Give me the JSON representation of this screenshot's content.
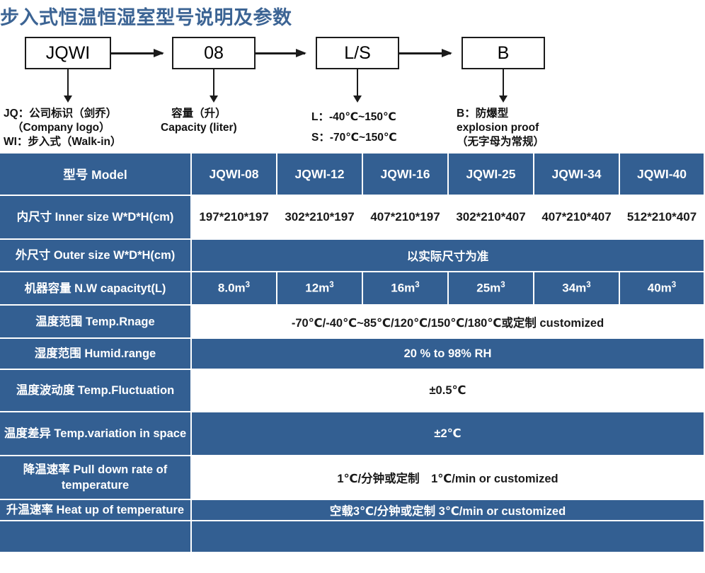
{
  "title": "步入式恒温恒湿室型号说明及参数",
  "theme": {
    "title_color": "#3c6494",
    "table_blue": "#335f92",
    "table_white": "#ffffff",
    "text_dark": "#1a1a1a",
    "line_color": "#1b1b1b"
  },
  "diagram": {
    "nodes": [
      {
        "id": "node-jqwi",
        "label": "JQWI"
      },
      {
        "id": "node-08",
        "label": "08"
      },
      {
        "id": "node-ls",
        "label": "L/S"
      },
      {
        "id": "node-b",
        "label": "B"
      }
    ],
    "legends": [
      {
        "id": "legend-jqwi",
        "lines": [
          "JQ：公司标识（剑乔）",
          "（Company logo）",
          "WI：步入式（Walk-in）"
        ]
      },
      {
        "id": "legend-capacity",
        "lines": [
          "容量（升）",
          "Capacity (liter)"
        ]
      },
      {
        "id": "legend-ls",
        "lines": [
          "L：-40℃~150℃",
          "S：-70℃~150℃"
        ]
      },
      {
        "id": "legend-b",
        "lines": [
          "B：防爆型",
          "explosion proof",
          "（无字母为常规）"
        ]
      }
    ]
  },
  "table": {
    "header": {
      "label": "型号 Model",
      "models": [
        "JQWI-08",
        "JQWI-12",
        "JQWI-16",
        "JQWI-25",
        "JQWI-34",
        "JQWI-40"
      ]
    },
    "rows": [
      {
        "id": "row-inner-size",
        "label": "内尺寸 Inner size W*D*H(cm)",
        "label_style": "blue",
        "value_style": "white",
        "span": false,
        "values": [
          "197*210*197",
          "302*210*197",
          "407*210*197",
          "302*210*407",
          "407*210*407",
          "512*210*407"
        ]
      },
      {
        "id": "row-outer-size",
        "label": "外尺寸 Outer size W*D*H(cm)",
        "label_style": "blue",
        "value_style": "blue",
        "span": true,
        "value": "以实际尺寸为准"
      },
      {
        "id": "row-nw-capacity",
        "label": "机器容量 N.W capacityt(L)",
        "label_style": "blue",
        "value_style": "blue",
        "span": false,
        "values_html": [
          "8.0m<sup>3</sup>",
          "12m<sup>3</sup>",
          "16m<sup>3</sup>",
          "25m<sup>3</sup>",
          "34m<sup>3</sup>",
          "40m<sup>3</sup>"
        ]
      },
      {
        "id": "row-temp-range",
        "label": "温度范围 Temp.Rnage",
        "label_style": "blue",
        "value_style": "white",
        "span": true,
        "value": "-70℃/-40℃~85℃/120℃/150℃/180℃或定制 customized"
      },
      {
        "id": "row-humid-range",
        "label": "湿度范围 Humid.range",
        "label_style": "blue",
        "value_style": "blue",
        "span": true,
        "value": "20 % to 98% RH"
      },
      {
        "id": "row-temp-fluctuation",
        "label": "温度波动度 Temp.Fluctuation",
        "label_style": "blue",
        "value_style": "white",
        "span": true,
        "value": "±0.5℃"
      },
      {
        "id": "row-temp-variation",
        "label": "温度差异 Temp.variation in space",
        "label_style": "blue",
        "value_style": "blue",
        "span": true,
        "value": "±2℃"
      },
      {
        "id": "row-pull-down-rate",
        "label": "降温速率 Pull down rate of temperature",
        "label_style": "blue",
        "value_style": "white",
        "span": true,
        "value": "1℃/分钟或定制　1℃/min or customized"
      },
      {
        "id": "row-heat-up-rate",
        "label": "升温速率 Heat up of temperature",
        "label_style": "blue",
        "value_style": "blue",
        "span": true,
        "value": "空载3℃/分钟或定制 3℃/min or customized"
      },
      {
        "id": "row-clipped",
        "label": "",
        "label_style": "blue",
        "value_style": "blue",
        "span": true,
        "value": ""
      }
    ]
  }
}
